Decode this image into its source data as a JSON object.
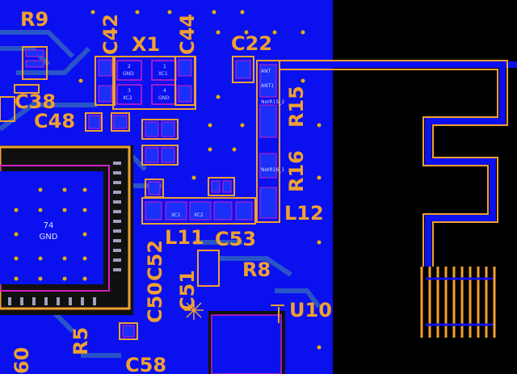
{
  "board": {
    "colors": {
      "copper_fill": "#0a10ee",
      "silkscreen": "#f0a030",
      "trace": "#2a55c8",
      "via": "#e6b000",
      "outline": "#d020c0",
      "background": "#000000"
    },
    "labels": {
      "r9": "R9",
      "c42": "C42",
      "c44": "C44",
      "x1": "X1",
      "c22": "C22",
      "c38": "C38",
      "c48": "C48",
      "r15": "R15",
      "r16": "R16",
      "l12": "L12",
      "l11": "L11",
      "c53": "C53",
      "c52": "C52",
      "c50": "C50",
      "r8": "R8",
      "c51": "C51",
      "u10": "U10",
      "r5": "R5",
      "c58": "C58",
      "c60": "60"
    },
    "crystal_pads": {
      "p1_num": "1",
      "p1_net": "XC1",
      "p2_num": "2",
      "p2_net": "GND",
      "p3_num": "3",
      "p3_net": "XC2",
      "p4_num": "4",
      "p4_net": "GND"
    },
    "ic_pad": {
      "num": "74",
      "net": "GND"
    },
    "net_labels": {
      "ant": "ANT",
      "ant1": "ANT1",
      "net_r15": "NetR15_2",
      "net_r16": "NetR16_1",
      "xc1": "XC1",
      "xc2": "XC2"
    }
  }
}
